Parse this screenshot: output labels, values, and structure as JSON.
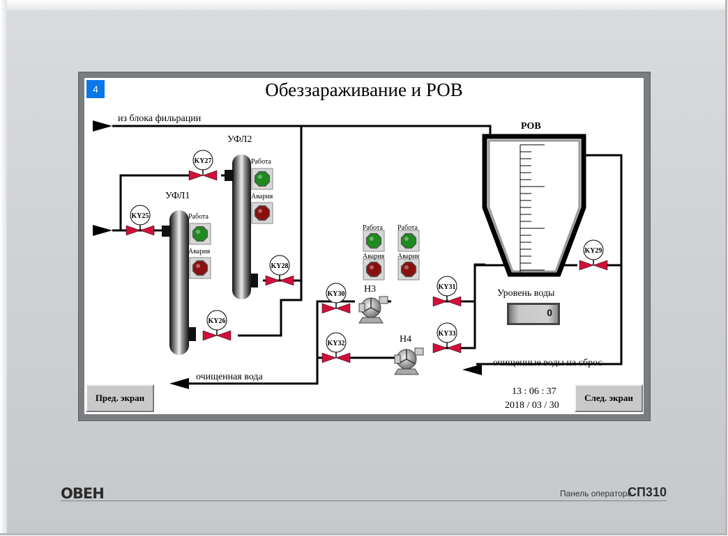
{
  "screen": {
    "number": "4",
    "title": "Обеззараживание и РОВ"
  },
  "labels": {
    "from_filter": "из блока фильрации",
    "ufl1": "УФЛ1",
    "ufl2": "УФЛ2",
    "rov": "РОВ",
    "h3": "Н3",
    "h4": "Н4",
    "water_level": "Уровень воды",
    "purified_water": "очищенная вода",
    "purified_to_discharge": "очищенные воды на сброс"
  },
  "status_labels": {
    "work": "Работа",
    "alarm": "Авария"
  },
  "valves": {
    "ky25": "KY25",
    "ky26": "KY26",
    "ky27": "KY27",
    "ky28": "KY28",
    "ky29": "KY29",
    "ky30": "KY30",
    "ky31": "KY31",
    "ky32": "KY32",
    "ky33": "KY33"
  },
  "indicators": {
    "ufl1_work_color": "#1f8a1f",
    "ufl1_alarm_color": "#8a1010",
    "ufl2_work_color": "#1f8a1f",
    "ufl2_alarm_color": "#8a1010",
    "h3_work_color": "#1f8a1f",
    "h3_alarm_color": "#8a1010",
    "h4_work_color": "#1f8a1f",
    "h4_alarm_color": "#8a1010"
  },
  "water_level_value": "0",
  "time": "13 : 06 : 37",
  "date": "2018 / 03 / 30",
  "buttons": {
    "prev": "Пред. экран",
    "next": "След. экран"
  },
  "device": {
    "brand": "ОВЕН",
    "caption": "Панель оператора",
    "model": "СП310"
  },
  "colors": {
    "valve": "#d0103a",
    "screen_num_bg": "#0a77e8",
    "pipe": "#000000"
  }
}
